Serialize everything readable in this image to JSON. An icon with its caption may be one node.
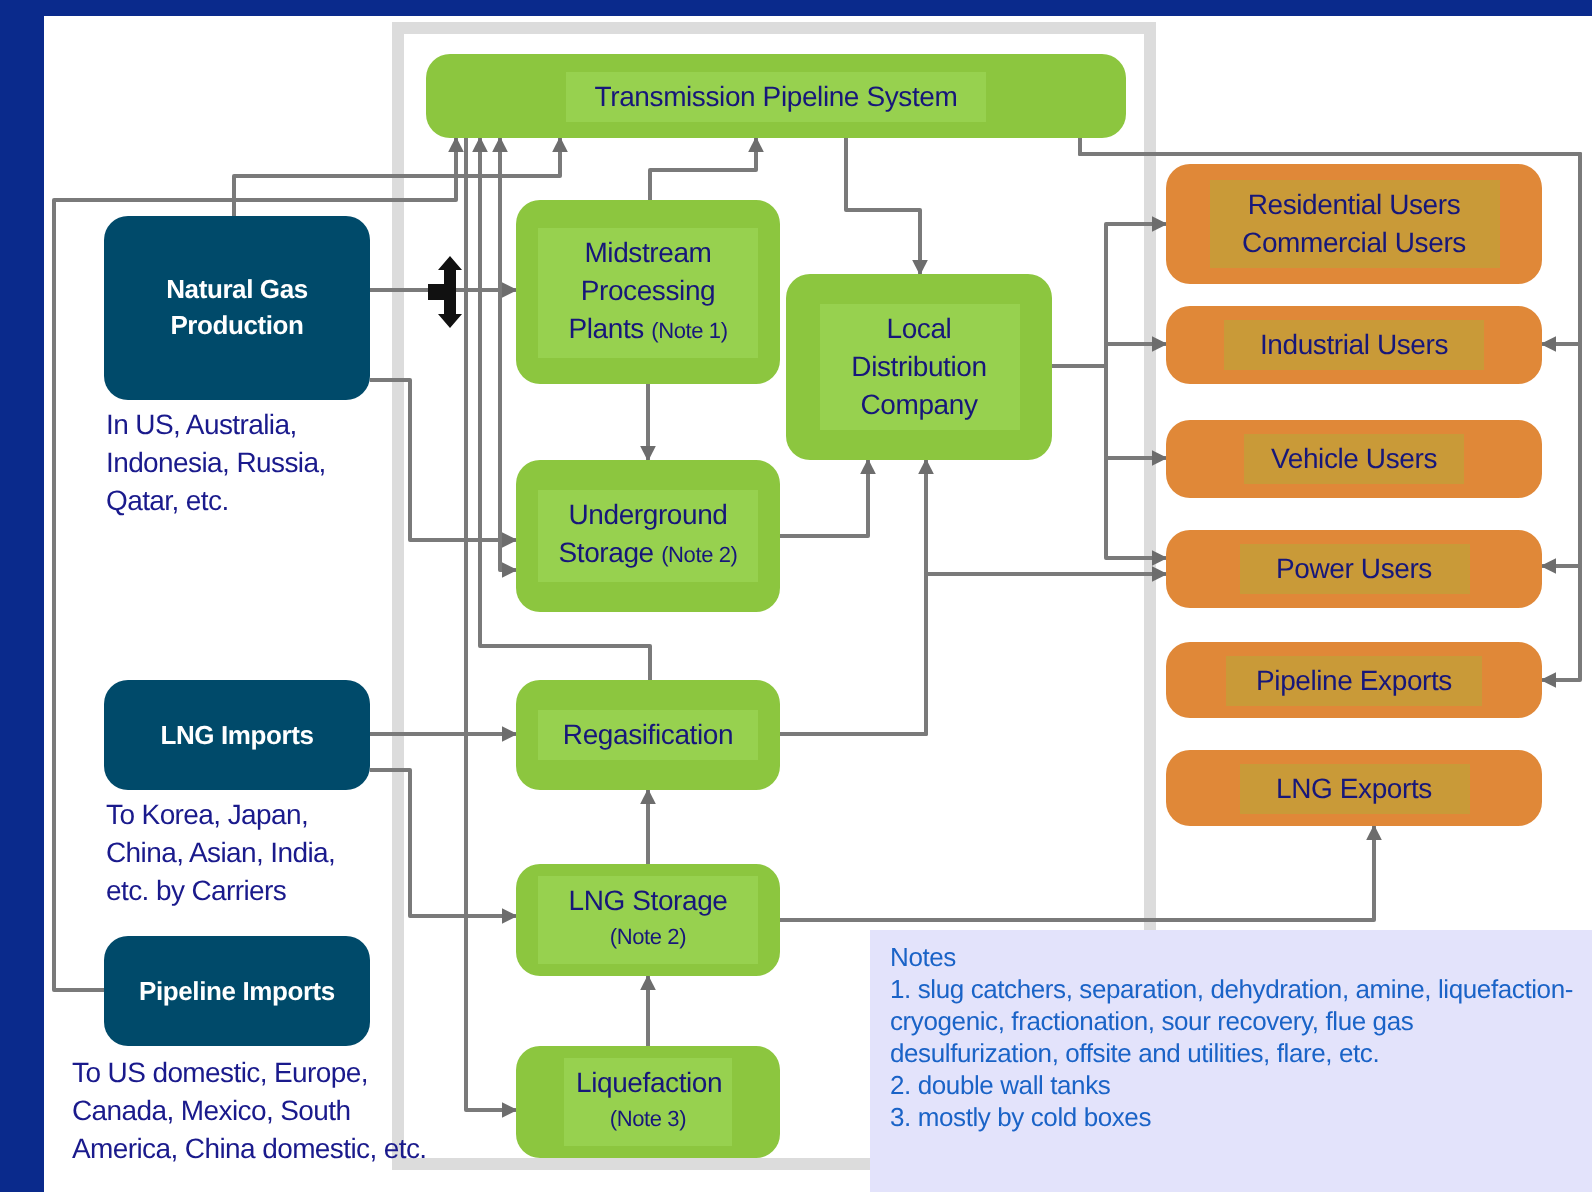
{
  "diagram": {
    "nodes": [
      {
        "text": [
          "Transmission Pipeline System"
        ]
      },
      {
        "text": [
          "Natural Gas Production"
        ],
        "beside": [
          "In US, Australia, Indonesia, Russia, Qatar, etc."
        ]
      },
      {
        "text": [
          "Midstream Processing Plants",
          "(Note 1)"
        ]
      },
      {
        "text": [
          "Local Distribution Company"
        ]
      },
      {
        "text": [
          "Underground Storage",
          "(Note 2)"
        ]
      },
      {
        "text": [
          "LNG Imports"
        ],
        "beside": [
          "To Korea, Japan, China, Asian, India, etc. by Carriers"
        ]
      },
      {
        "text": [
          "Regasification"
        ]
      },
      {
        "text": [
          "LNG Storage",
          "(Note 2)"
        ]
      },
      {
        "text": [
          "Pipeline Imports"
        ],
        "beside": [
          "To US domestic, Europe, Canada, Mexico, South America, China domestic, etc."
        ]
      },
      {
        "text": [
          "Liquefaction",
          "(Note 3)"
        ]
      },
      {
        "text": [
          "Residential Users",
          "Commercial Users"
        ]
      },
      {
        "text": [
          "Industrial Users"
        ]
      },
      {
        "text": [
          "Vehicle Users"
        ]
      },
      {
        "text": [
          "Power Users"
        ]
      },
      {
        "text": [
          "Pipeline Exports"
        ]
      },
      {
        "text": [
          "LNG Exports"
        ]
      }
    ],
    "edges": [
      {
        "from": 1,
        "to": 2,
        "arrow": "to"
      },
      {
        "from": 1,
        "to": 0,
        "arrow": "to"
      },
      {
        "from": 1,
        "to": 4,
        "arrow": "to"
      },
      {
        "from": 8,
        "to": 0,
        "arrow": "to"
      },
      {
        "from": 2,
        "to": 0,
        "arrow": "to"
      },
      {
        "from": 2,
        "to": 4,
        "arrow": "to"
      },
      {
        "from": 0,
        "to": 3,
        "arrow": "to"
      },
      {
        "from": 4,
        "to": 3,
        "arrow": "to"
      },
      {
        "from": 6,
        "to": 3,
        "arrow": "to"
      },
      {
        "from": 6,
        "to": 13,
        "arrow": "to"
      },
      {
        "from": 3,
        "to": 10,
        "arrow": "to"
      },
      {
        "from": 3,
        "to": 11,
        "arrow": "to"
      },
      {
        "from": 3,
        "to": 12,
        "arrow": "to"
      },
      {
        "from": 3,
        "to": 13,
        "arrow": "to"
      },
      {
        "from": 0,
        "to": 11,
        "arrow": "to"
      },
      {
        "from": 0,
        "to": 13,
        "arrow": "to"
      },
      {
        "from": 0,
        "to": 14,
        "arrow": "to"
      },
      {
        "from": 5,
        "to": 6,
        "arrow": "to"
      },
      {
        "from": 5,
        "to": 7,
        "arrow": "to"
      },
      {
        "from": 7,
        "to": 6,
        "arrow": "to"
      },
      {
        "from": 9,
        "to": 7,
        "arrow": "to"
      },
      {
        "from": 7,
        "to": 15,
        "arrow": "to"
      },
      {
        "from": 6,
        "to": 0,
        "arrow": "to"
      },
      {
        "from": 0,
        "to": 9,
        "arrow": "to"
      },
      {
        "from": 0,
        "to": 4,
        "arrow": "both"
      }
    ],
    "labels": [
      "Notes",
      "1. slug catchers, separation, dehydration, amine, liquefaction-cryogenic, fractionation, sour recovery, flue gas desulfurization, offsite and utilities, flare, etc.",
      "2. double wall tanks",
      "3. mostly by cold boxes"
    ]
  }
}
